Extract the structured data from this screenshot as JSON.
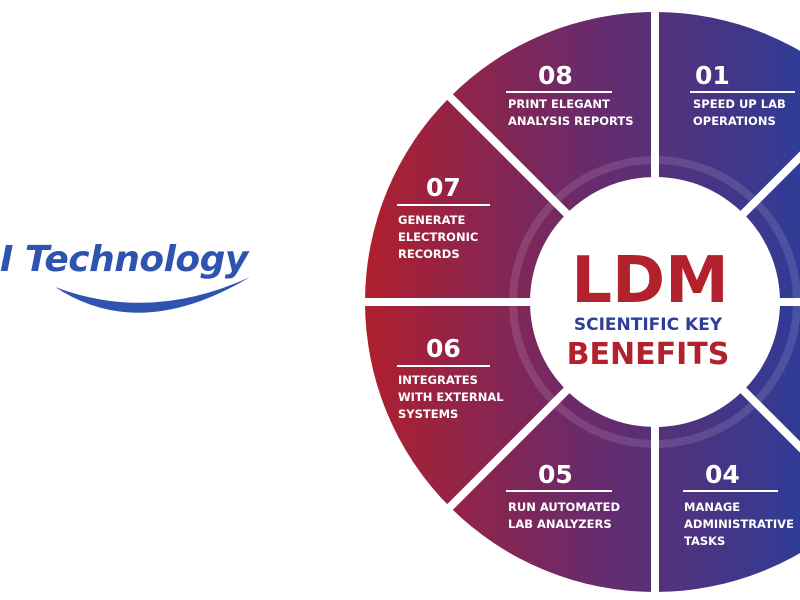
{
  "logo": {
    "text": "I Technology",
    "color": "#2f54b0"
  },
  "center": {
    "title": "LDM",
    "subtitle": "SCIENTIFIC KEY",
    "title2": "BENEFITS",
    "red": "#b3202e",
    "blue": "#2e3f96"
  },
  "segments": [
    {
      "number": "01",
      "lines": [
        "SPEED UP LAB",
        "OPERATIONS"
      ]
    },
    {
      "number": "04",
      "lines": [
        "MANAGE",
        "ADMINISTRATIVE",
        "TASKS"
      ]
    },
    {
      "number": "05",
      "lines": [
        "RUN AUTOMATED",
        "LAB ANALYZERS"
      ]
    },
    {
      "number": "06",
      "lines": [
        "INTEGRATES",
        "WITH EXTERNAL",
        "SYSTEMS"
      ]
    },
    {
      "number": "07",
      "lines": [
        "GENERATE",
        "ELECTRONIC",
        "RECORDS"
      ]
    },
    {
      "number": "08",
      "lines": [
        "PRINT ELEGANT",
        "ANALYSIS REPORTS"
      ]
    }
  ],
  "gradient": {
    "red": "#b01f2d",
    "purple": "#6b2a6a",
    "blue": "#2f3c96"
  }
}
